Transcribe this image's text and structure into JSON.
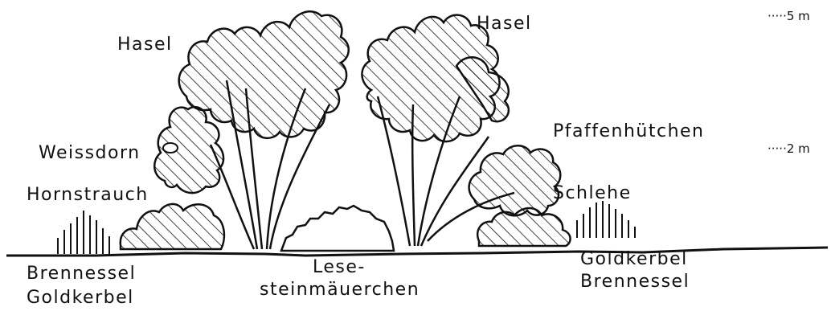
{
  "labels": {
    "hasel_left": "Hasel",
    "hasel_right": "Hasel",
    "weissdorn": "Weissdorn",
    "hornstrauch": "Hornstrauch",
    "pfaffenhuetchen": "Pfaffenhütchen",
    "schlehe": "Schlehe",
    "bottom_left_1": "Brennessel",
    "bottom_left_2": "Goldkerbel",
    "center_1": "Lese-",
    "center_2": "steinmäuerchen",
    "bottom_right_1": "Goldkerbel",
    "bottom_right_2": "Brennessel"
  },
  "scale": {
    "top": "5 m",
    "middle": "2 m"
  },
  "colors": {
    "ink": "#111111",
    "paper": "#ffffff"
  }
}
